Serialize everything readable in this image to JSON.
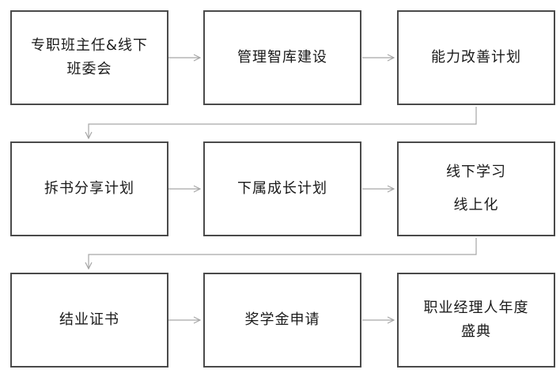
{
  "rows": [
    {
      "boxes": [
        {
          "lines": [
            "专职班主任&线下",
            "班委会"
          ]
        },
        {
          "lines": [
            "管理智库建设"
          ]
        },
        {
          "lines": [
            "能力改善计划"
          ]
        }
      ]
    },
    {
      "boxes": [
        {
          "lines": [
            "拆书分享计划"
          ]
        },
        {
          "lines": [
            "下属成长计划"
          ]
        },
        {
          "lines": [
            "线下学习",
            "线上化"
          ]
        }
      ]
    },
    {
      "boxes": [
        {
          "lines": [
            "结业证书"
          ]
        },
        {
          "lines": [
            "奖学金申请"
          ]
        },
        {
          "lines": [
            "职业经理人年度",
            "盛典"
          ]
        }
      ]
    }
  ],
  "colors": {
    "box_border": "#4a4a4a",
    "connector": "#a6a6a6",
    "text": "#1a1a1a"
  }
}
